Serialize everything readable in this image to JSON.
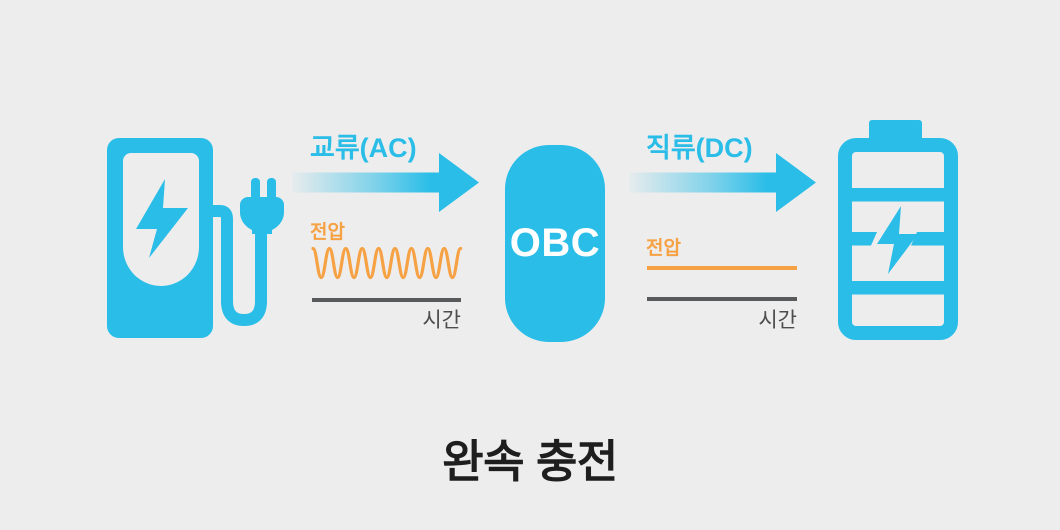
{
  "background_color": "#ededed",
  "colors": {
    "accent_cyan": "#29bde8",
    "accent_orange": "#f6a244",
    "axis_gray": "#58595b",
    "caption_dark": "#1e1e1e",
    "obc_text": "#ffffff"
  },
  "stages": {
    "charger": {
      "icon": "ev-charging-station-icon"
    },
    "ac_flow": {
      "arrow_label": "교류(AC)",
      "graph": {
        "y_axis_label": "전압",
        "x_axis_label": "시간",
        "waveform": "sine"
      }
    },
    "obc": {
      "label": "OBC"
    },
    "dc_flow": {
      "arrow_label": "직류(DC)",
      "graph": {
        "y_axis_label": "전압",
        "x_axis_label": "시간",
        "waveform": "flat"
      }
    },
    "battery": {
      "icon": "battery-charging-icon"
    }
  },
  "caption": "완속 충전"
}
